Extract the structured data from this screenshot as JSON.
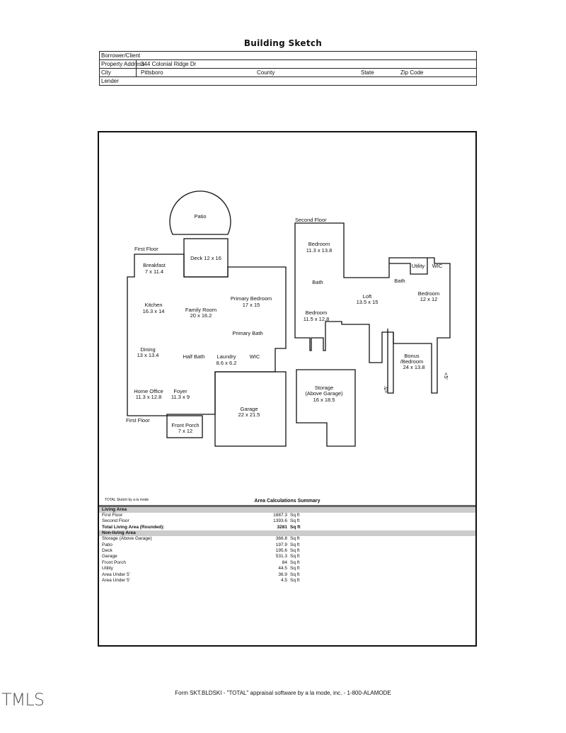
{
  "title": "Building Sketch",
  "header": {
    "borrower_label": "Borrower/Client",
    "address_label": "Property Address",
    "address_value": "344 Colonial Ridge Dr",
    "city_label": "City",
    "city_value": "Pittsboro",
    "county_label": "County",
    "state_label": "State",
    "zip_label": "Zip Code",
    "lender_label": "Lender"
  },
  "sketch": {
    "patio": "Patio",
    "first_floor_top": "First Floor",
    "deck": "Deck 12 x 16",
    "breakfast": "Breakfast",
    "breakfast_dim": "7 x 11.4",
    "kitchen": "Kitchen",
    "kitchen_dim": "16.3 x 14",
    "family_room": "Family Room",
    "family_room_dim": "20 x 16.2",
    "primary_bedroom": "Primary Bedroom",
    "primary_bedroom_dim": "17 x 15",
    "primary_bath": "Primary Bath",
    "dining": "Dining",
    "dining_dim": "13 x 13.4",
    "half_bath": "Half Bath",
    "laundry": "Laundry",
    "laundry_dim": "8.6 x 6.2",
    "wic1": "WIC",
    "home_office": "Home Office",
    "home_office_dim": "11.3 x 12.8",
    "foyer": "Foyer",
    "foyer_dim": "11.3 x 9",
    "garage": "Garage",
    "garage_dim": "22 x 21.5",
    "first_floor_bottom": "First Floor",
    "front_porch": "Front Porch",
    "front_porch_dim": "7 x 12",
    "second_floor": "Second Floor",
    "bedroom1": "Bedroom",
    "bedroom1_dim": "11.3 x 13.8",
    "bath1": "Bath",
    "loft": "Loft",
    "loft_dim": "13.5 x 15",
    "bedroom2": "Bedroom",
    "bedroom2_dim": "11.5 x 12.8",
    "utility": "Utility",
    "wic2": "WIC",
    "bath2": "Bath",
    "bedroom3": "Bedroom",
    "bedroom3_dim": "12 x 12",
    "bonus": "Bonus",
    "bonus2": "/Bedroom",
    "bonus_dim": "24 x 13.8",
    "under5_a": "<5'",
    "under5_b": "<5'",
    "storage": "Storage",
    "storage2": "(Above Garage)",
    "storage_dim": "16 x 18.5"
  },
  "summary": {
    "software_tag": "TOTAL Sketch by a la mode",
    "title": "Area Calculations Summary",
    "living_head": "Living Area",
    "living": [
      {
        "name": "First Floor",
        "value": "1887.3",
        "unit": "Sq ft"
      },
      {
        "name": "Second Floor",
        "value": "1393.6",
        "unit": "Sq ft"
      }
    ],
    "total": {
      "name": "Total Living Area (Rounded):",
      "value": "3281",
      "unit": "Sq ft"
    },
    "nonliving_head": "Non-living Area",
    "nonliving": [
      {
        "name": "Storage (Above Garage)",
        "value": "366.8",
        "unit": "Sq ft"
      },
      {
        "name": "Patio",
        "value": "197.9",
        "unit": "Sq ft"
      },
      {
        "name": "Deck",
        "value": "195.6",
        "unit": "Sq ft"
      },
      {
        "name": "Garage",
        "value": "531.3",
        "unit": "Sq ft"
      },
      {
        "name": "Front Porch",
        "value": "84",
        "unit": "Sq ft"
      },
      {
        "name": "Utility",
        "value": "44.5",
        "unit": "Sq ft"
      },
      {
        "name": "Area Under 5'",
        "value": "36.9",
        "unit": "Sq ft"
      },
      {
        "name": "Area Under 5'",
        "value": "4.5",
        "unit": "Sq ft"
      }
    ]
  },
  "footer": "Form SKT.BLDSKI - \"TOTAL\" appraisal software by a la mode, inc. - 1-800-ALAMODE",
  "logo": "TMLS"
}
